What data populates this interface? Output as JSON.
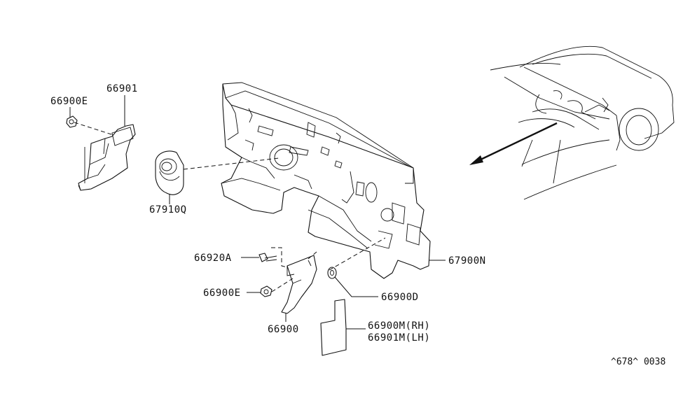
{
  "labels": {
    "p66901": "66901",
    "p66900E_top": "66900E",
    "p67910Q": "67910Q",
    "p66920A": "66920A",
    "p66900E_low": "66900E",
    "p66900": "66900",
    "p67900N": "67900N",
    "p66900D": "66900D",
    "p66900M": "66900M(RH)",
    "p66901M": "66901M(LH)"
  },
  "reference_code": "^678^ 0038"
}
